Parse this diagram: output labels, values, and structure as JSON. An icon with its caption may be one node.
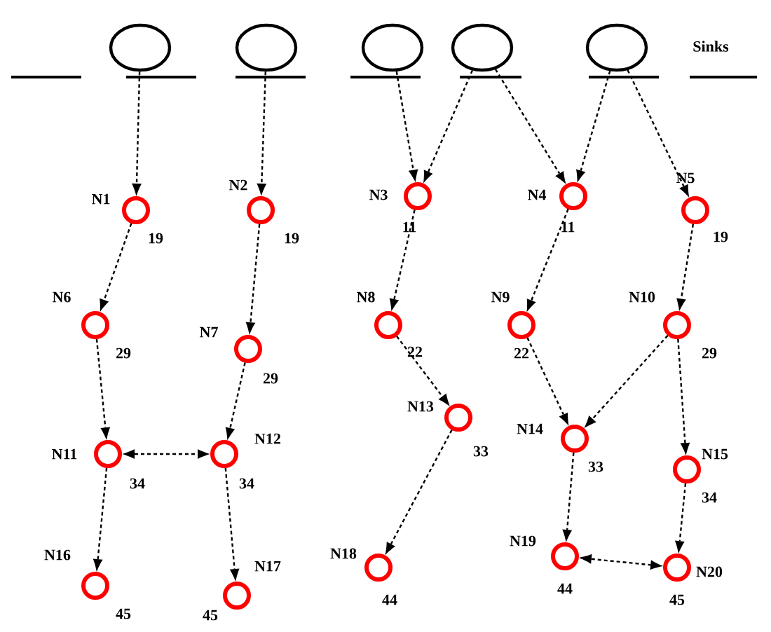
{
  "diagram": {
    "nodes": [
      {
        "text": [],
        "shape": "circle"
      },
      {
        "text": [],
        "shape": "circle"
      },
      {
        "text": [],
        "shape": "circle"
      },
      {
        "text": [],
        "shape": "circle"
      },
      {
        "text": [],
        "shape": "circle"
      },
      {
        "text": [
          "N1"
        ],
        "beside": [
          "19"
        ]
      },
      {
        "text": [
          "N2"
        ],
        "beside": [
          "19"
        ]
      },
      {
        "text": [
          "N3"
        ],
        "beside": [
          "11"
        ]
      },
      {
        "text": [
          "N4"
        ],
        "beside": [
          "11"
        ]
      },
      {
        "text": [
          "N5"
        ],
        "beside": [
          "19"
        ]
      },
      {
        "text": [
          "N6"
        ],
        "beside": [
          "29"
        ]
      },
      {
        "text": [
          "N7"
        ],
        "beside": [
          "29"
        ]
      },
      {
        "text": [
          "N8"
        ],
        "beside": [
          "22"
        ]
      },
      {
        "text": [
          "N9"
        ],
        "beside": [
          "22"
        ]
      },
      {
        "text": [
          "N10"
        ],
        "beside": [
          "29"
        ]
      },
      {
        "text": [
          "N11"
        ],
        "beside": [
          "34"
        ]
      },
      {
        "text": [
          "N12"
        ],
        "beside": [
          "34"
        ]
      },
      {
        "text": [
          "N13"
        ],
        "beside": [
          "33"
        ]
      },
      {
        "text": [
          "N14"
        ],
        "beside": [
          "33"
        ]
      },
      {
        "text": [
          "N15"
        ],
        "beside": [
          "34"
        ]
      },
      {
        "text": [
          "N16"
        ],
        "beside": [
          "45"
        ]
      },
      {
        "text": [
          "N17"
        ],
        "beside": [
          "45"
        ]
      },
      {
        "text": [
          "N18"
        ],
        "beside": [
          "44"
        ]
      },
      {
        "text": [
          "N19"
        ],
        "beside": [
          "44"
        ]
      },
      {
        "text": [
          "N20"
        ],
        "beside": [
          "45"
        ]
      }
    ],
    "edges": [
      {
        "from": 0,
        "to": 5,
        "arrow": "to",
        "style": "dashed"
      },
      {
        "from": 1,
        "to": 6,
        "arrow": "to",
        "style": "dashed"
      },
      {
        "from": 2,
        "to": 7,
        "arrow": "to",
        "style": "dashed"
      },
      {
        "from": 3,
        "to": 7,
        "arrow": "to",
        "style": "dashed"
      },
      {
        "from": 3,
        "to": 8,
        "arrow": "to",
        "style": "dashed"
      },
      {
        "from": 4,
        "to": 8,
        "arrow": "to",
        "style": "dashed"
      },
      {
        "from": 4,
        "to": 9,
        "arrow": "to",
        "style": "dashed"
      },
      {
        "from": 5,
        "to": 10,
        "arrow": "to",
        "style": "dashed"
      },
      {
        "from": 6,
        "to": 11,
        "arrow": "to",
        "style": "dashed"
      },
      {
        "from": 7,
        "to": 12,
        "arrow": "to",
        "style": "dashed"
      },
      {
        "from": 8,
        "to": 13,
        "arrow": "to",
        "style": "dashed"
      },
      {
        "from": 9,
        "to": 14,
        "arrow": "to",
        "style": "dashed"
      },
      {
        "from": 10,
        "to": 15,
        "arrow": "to",
        "style": "dashed"
      },
      {
        "from": 11,
        "to": 16,
        "arrow": "to",
        "style": "dashed"
      },
      {
        "from": 15,
        "to": 16,
        "arrow": "both",
        "style": "dashed"
      },
      {
        "from": 12,
        "to": 17,
        "arrow": "to",
        "style": "dashed"
      },
      {
        "from": 13,
        "to": 18,
        "arrow": "to",
        "style": "dashed"
      },
      {
        "from": 14,
        "to": 18,
        "arrow": "to",
        "style": "dashed"
      },
      {
        "from": 14,
        "to": 19,
        "arrow": "to",
        "style": "dashed"
      },
      {
        "from": 15,
        "to": 20,
        "arrow": "to",
        "style": "dashed"
      },
      {
        "from": 16,
        "to": 21,
        "arrow": "to",
        "style": "dashed"
      },
      {
        "from": 17,
        "to": 22,
        "arrow": "to",
        "style": "dashed"
      },
      {
        "from": 18,
        "to": 23,
        "arrow": "to",
        "style": "dashed"
      },
      {
        "from": 19,
        "to": 24,
        "arrow": "to",
        "style": "dashed"
      },
      {
        "from": 23,
        "to": 24,
        "arrow": "both",
        "style": "dashed"
      }
    ],
    "labels": [
      "Sinks"
    ]
  }
}
